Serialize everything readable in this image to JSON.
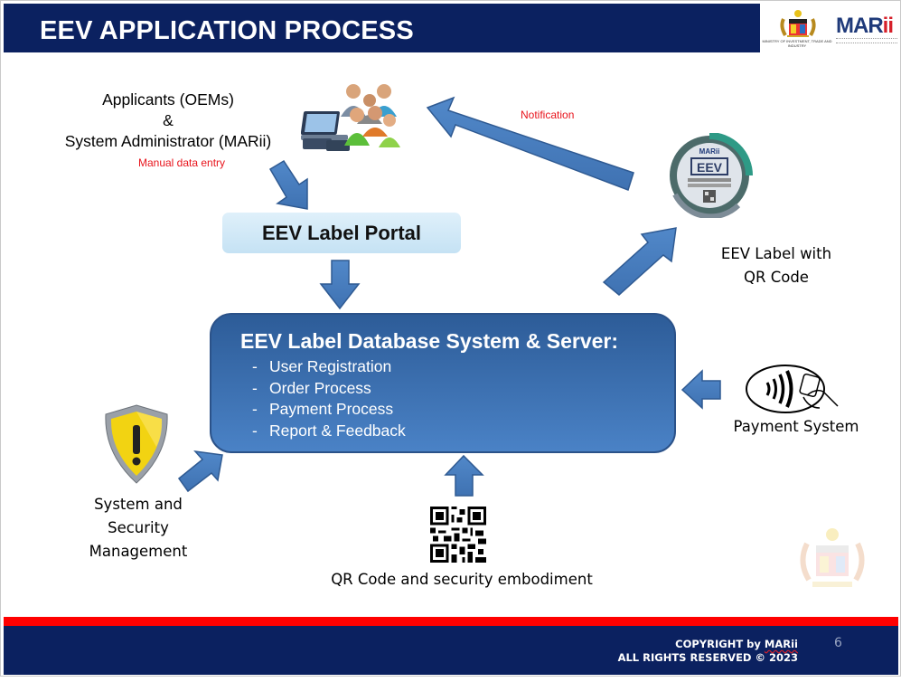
{
  "header": {
    "title": "EEV APPLICATION PROCESS",
    "ministry_logo_text": "MINISTRY OF INVESTMENT, TRADE AND INDUSTRY",
    "org_logo_text": "MARii",
    "org_logo_main": "MAR",
    "org_logo_accent": "ii"
  },
  "nodes": {
    "applicants": {
      "line1": "Applicants (OEMs)",
      "line2": "&",
      "line3": "System Administrator (MARii)",
      "note": "Manual data entry",
      "icon": "users-with-devices-icon"
    },
    "portal": {
      "label": "EEV Label Portal"
    },
    "database": {
      "title": "EEV Label Database System & Server:",
      "items": [
        {
          "label": "User Registration"
        },
        {
          "label": "Order Process"
        },
        {
          "label": "Payment Process"
        },
        {
          "label": "Report & Feedback"
        }
      ],
      "bullet": "-"
    },
    "eev_label": {
      "line1": "EEV Label with",
      "line2": "QR Code",
      "icon": "eev-label-badge-icon",
      "badge_text": "EEV",
      "badge_brand": "MARii"
    },
    "payment": {
      "label": "Payment System",
      "icon": "contactless-payment-icon"
    },
    "security": {
      "line1": "System and",
      "line2": "Security",
      "line3": "Management",
      "icon": "warning-shield-icon"
    },
    "qr": {
      "label": "QR Code and security embodiment",
      "icon": "qr-code-icon"
    }
  },
  "edges": [
    {
      "from": "applicants",
      "to": "portal",
      "label": ""
    },
    {
      "from": "portal",
      "to": "database",
      "label": ""
    },
    {
      "from": "database",
      "to": "eev_label",
      "label": ""
    },
    {
      "from": "eev_label",
      "to": "applicants",
      "label": "Notification"
    },
    {
      "from": "payment",
      "to": "database",
      "label": ""
    },
    {
      "from": "security",
      "to": "database",
      "label": ""
    },
    {
      "from": "qr",
      "to": "database",
      "label": ""
    }
  ],
  "colors": {
    "header_bg": "#0b2160",
    "footer_accent": "#ff0000",
    "arrow_fill": "#4a7ebf",
    "arrow_stroke": "#2f5a92",
    "note_text": "#e8141c",
    "database_top": "#2d5c98",
    "database_bottom": "#4a82c6",
    "portal_bg": "#d3eaf8"
  },
  "footer": {
    "copyright_prefix": "COPYRIGHT by ",
    "copyright_brand": "MARii",
    "rights": "ALL RIGHTS RESERVED © 2023",
    "page_number": "6"
  }
}
